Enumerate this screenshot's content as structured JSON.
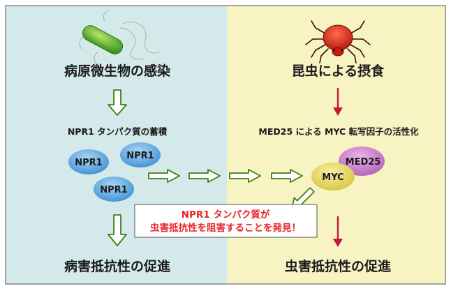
{
  "left": {
    "title": "病原微生物の感染",
    "step": "NPR1 タンパク質の蓄積",
    "ovals": [
      "NPR1",
      "NPR1",
      "NPR1"
    ],
    "result": "病害抵抗性の促進"
  },
  "right": {
    "title": "昆虫による摂食",
    "step": "MED25 による MYC 転写因子の活性化",
    "oval_myc": "MYC",
    "oval_med25": "MED25",
    "result": "虫害抵抗性の促進"
  },
  "callout": {
    "line1": "NPR1 タンパク質が",
    "line2": "虫害抵抗性を阻害することを発見！"
  },
  "colors": {
    "left_bg": "#d3e9ea",
    "right_bg": "#f8f3c3",
    "green_arrow": "#3f7d10",
    "red_arrow": "#c8163c",
    "callout_text": "#e8262a",
    "npr1_oval": "#5aa7e2",
    "myc_oval": "#e7d95a",
    "med25_oval": "#c775c9"
  },
  "icons": [
    "bacterium-icon",
    "mite-icon"
  ]
}
